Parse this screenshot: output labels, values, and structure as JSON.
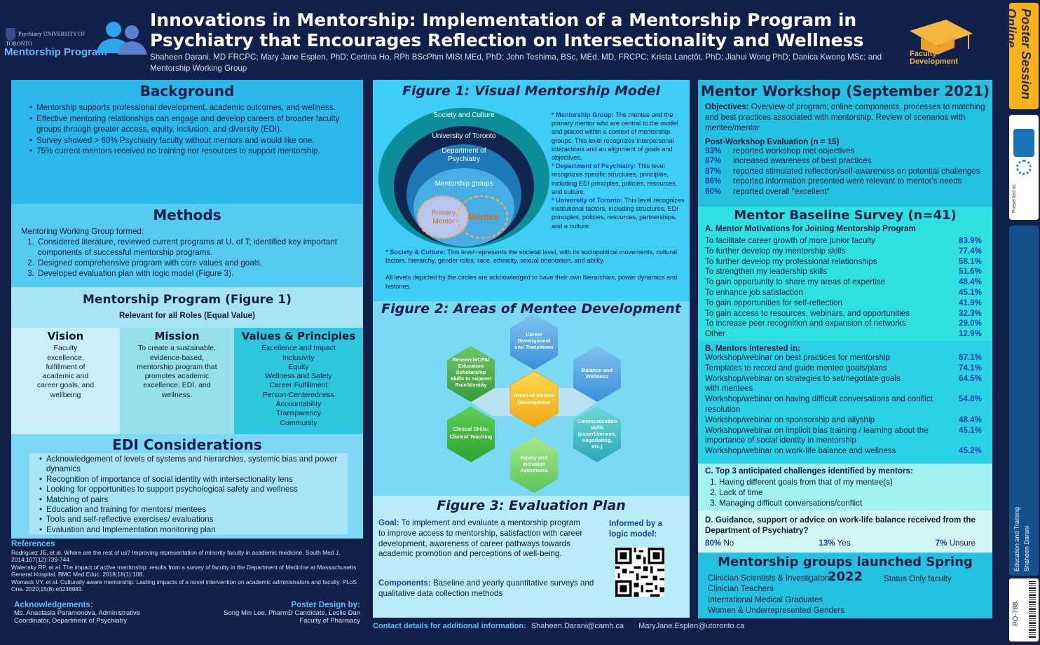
{
  "header": {
    "uoft_text": "Psychiatry UNIVERSITY OF TORONTO",
    "program_logo": "Mentorship Program",
    "title": "Innovations in Mentorship: Implementation of a Mentorship Program in Psychiatry that Encourages Reflection on Intersectionality and Wellness",
    "authors": "Shaheen Darani, MD FRCPC; Mary Jane Esplen, PhD; Certina Ho, RPh BScPhm MISt MEd, PhD; John Teshima, BSc, MEd, MD, FRCPC; Krista Lanctôt, PhD; Jiahui Wong PhD; Danica Kwong MSc; and Mentorship Working Group",
    "faculty_dev": "Faculty Development"
  },
  "strip": {
    "poster_session": "Poster Session Online",
    "presented_at": "Presented at:",
    "topic": "Education and Training",
    "presenter": "Shaheen Darani",
    "code": "PO-788"
  },
  "background": {
    "title": "Background",
    "items": [
      "Mentorship supports professional development, academic outcomes, and wellness.",
      "Effective mentoring relationships can engage and develop careers of broader faculty groups through greater access, equity, inclusion, and diversity (EDI).",
      "Survey showed > 60% Psychiatry faculty without mentors and would like one.",
      "75% current mentors received no training nor resources to support mentorship."
    ]
  },
  "methods": {
    "title": "Methods",
    "intro": "Mentoring Working Group formed:",
    "items": [
      "Considered literature, reviewed current programs at U. of T; identified key important components of successful mentorship programs.",
      "Designed comprehensive program with core values and goals.",
      "Developed evaluation plan with logic model (Figure 3)."
    ]
  },
  "program": {
    "title": "Mentorship Program (Figure 1)",
    "subtitle": "Relevant for all Roles (Equal Value)",
    "vision_title": "Vision",
    "vision_text": "Faculty excellence, fulfillment of academic and career goals, and wellbeing",
    "mission_title": "Mission",
    "mission_text": "To create a sustainable, evidence-based, mentorship program that promotes academic excellence, EDI, and wellness.",
    "values_title": "Values & Principles",
    "values": [
      "Excellence and Impact",
      "Inclusivity",
      "Equity",
      "Wellness and Safety",
      "Career Fulfillment",
      "Person-Centeredness",
      "Accountability",
      "Transparency",
      "Community"
    ]
  },
  "edi": {
    "title": "EDI Considerations",
    "items": [
      "Acknowledgement of levels of systems and hierarchies, systemic bias and power dynamics",
      "Recognition of importance of social identity with intersectionality lens",
      "Looking for opportunities to support psychological safety and wellness",
      "Matching of pairs",
      "Education and training for mentors/ mentees",
      "Tools and self-reflective exercises/ evaluations",
      "Evaluation and Implementation monitoring plan"
    ]
  },
  "references": {
    "title": "References",
    "items": [
      "Rodriguez JE, et al. Where are the rest of us? Improving representation of minority faculty in academic medicine. South Med J. 2014;107(12):739-744.",
      "Walensky RP, et al. The impact of active mentorship: results from a survey of faculty in the Department of Medicine at Massachusetts General Hospital. BMC Med Educ. 2018;18(1):108.",
      "Womack VY, et al. Culturally aware mentorship: Lasting impacts of a novel intervention on academic administrators and faculty. PLoS One. 2020;15(8):e0236983."
    ]
  },
  "ack": {
    "title": "Acknowledgements:",
    "text": "Ms. Anastasia Paramonova, Administrative Coordinator, Department of Psychiatry",
    "design_title": "Poster Design by:",
    "design_text": "Song Min Lee, PharmD Candidate, Leslie Dan Faculty of Pharmacy"
  },
  "fig1": {
    "title": "Figure 1: Visual Mentorship Model",
    "rings": [
      "Society and Culture",
      "University of Toronto",
      "Department of",
      "Psychiatry",
      "Mentorship groups",
      "Primary",
      "Mentor",
      "Mentee"
    ],
    "side": [
      {
        "label": "* Mentorship Group:",
        "text": " The mentee and the primary mentor who are central to the model and placed within a context of mentorship groups. This level recognizes interpersonal interactions and an alignment of goals and objectives."
      },
      {
        "label": "* Department of Psychiatry:",
        "text": " This level recognizes specific structures, principles, including EDI principles, policies, resources, and culture."
      },
      {
        "label": "* University of Toronto:",
        "text": " This level recognizes institutional factors, including structures, EDI principles, policies, resources, partnerships, and a culture."
      }
    ],
    "society_label": "* Society & Culture:",
    "society_text": " This level represents the societal level, with its sociopolitical movements, cultural factors, hierarchy, gender roles, race, ethnicity, sexual orientation, and ability.",
    "note": "All levels depicted by the circles are acknowledged to have their own hierarchies, power dynamics and histories."
  },
  "fig2": {
    "title": "Figure 2: Areas of Mentee Development",
    "center": [
      "Areas of Mentee",
      "Development"
    ],
    "top": [
      "Career",
      "Development",
      "and Transitions"
    ],
    "tr": [
      "Balance and",
      "Wellness"
    ],
    "br": [
      "Communication",
      "skills",
      "(assertiveness,",
      "negotiating,",
      "etc.)"
    ],
    "bottom": [
      "Equity and",
      "Inclusion",
      "Awareness"
    ],
    "bl": [
      "Clinical Skills;",
      "Clinical Teaching"
    ],
    "tl": [
      "Research/CPA/",
      "Education",
      "Scholarship",
      "Skills to support",
      "Role/Identity"
    ]
  },
  "fig3": {
    "title": "Figure 3: Evaluation Plan",
    "goal_label": "Goal:",
    "goal_text": " To implement and evaluate a mentorship program to improve access to mentorship, satisfaction with career development, awareness of career pathways towards academic promotion and perceptions of well-being.",
    "comp_label": "Components:",
    "comp_text": " Baseline and yearly quantitative surveys and qualitative data collection methods",
    "informed": "Informed by a logic model:"
  },
  "contact": {
    "label": "Contact details for additional information:",
    "email1": "Shaheen.Darani@camh.ca",
    "email2": "MaryJane.Esplen@utoronto.ca"
  },
  "workshop": {
    "title": "Mentor Workshop (September 2021)",
    "obj_label": "Objectives:",
    "obj_text": " Overview of program; online components, processes to matching and best practices associated with mentorship. Review of scenarios with mentee/mentor",
    "eval_title": "Post-Workshop Evaluation (n = 15)",
    "stats": [
      {
        "p": "93%",
        "t": "reported workshop met objectives"
      },
      {
        "p": "87%",
        "t": "increased awareness of best practices"
      },
      {
        "p": "87%",
        "t": "reported stimulated reflection/self-awareness on potential challenges"
      },
      {
        "p": "86%",
        "t": "reported information presented were relevant to mentor's needs"
      },
      {
        "p": "80%",
        "t": "reported overall \"excellent\""
      }
    ]
  },
  "survey": {
    "title": "Mentor Baseline Survey (n=41)",
    "a_title": "A. Mentor Motivations for Joining Mentorship Program",
    "a_rows": [
      {
        "t": "To facilitate career growth of more junior faculty",
        "v": "83.9%"
      },
      {
        "t": "To further develop my mentorship skills",
        "v": "77.4%"
      },
      {
        "t": "To further develop my professional relationships",
        "v": "58.1%"
      },
      {
        "t": "To strengthen my leadership skills",
        "v": "51.6%"
      },
      {
        "t": "To gain opportunity to share my areas of expertise",
        "v": "48.4%"
      },
      {
        "t": "To enhance job satisfaction",
        "v": "45.1%"
      },
      {
        "t": "To gain opportunities for self-reflection",
        "v": "41.9%"
      },
      {
        "t": "To gain access to resources, webinars, and opportunities",
        "v": "32.3%"
      },
      {
        "t": "To increase peer recognition and expansion of networks",
        "v": "29.0%"
      },
      {
        "t": "Other",
        "v": "12.9%"
      }
    ],
    "b_title": "B. Mentors Interested in:",
    "b_rows": [
      {
        "t": "Workshop/webinar on best practices for mentorship",
        "v": "87.1%"
      },
      {
        "t": "Templates to record and guide mentee goals/plans",
        "v": "74.1%"
      },
      {
        "t": "Workshop/webinar on strategies to set/negotiate goals with mentees",
        "v": "64.5%"
      },
      {
        "t": "Workshop/webinar on having difficult conversations and conflict resolution",
        "v": "54.8%"
      },
      {
        "t": "Workshop/webinar on sponsorship and allyship",
        "v": "48.4%"
      },
      {
        "t": "Workshop/webinar on implicit bias training / learning about the importance of social identity in mentorship",
        "v": "45.1%"
      },
      {
        "t": "Workshop/webinar on work-life balance and wellness",
        "v": "45.2%"
      }
    ],
    "c_title": "C. Top 3 anticipated challenges identified by mentors:",
    "c_items": [
      "Having different goals from that of my mentee(s)",
      "Lack of time",
      "Managing difficult conversations/conflict"
    ],
    "d_title": "D. Guidance, support or advice on work-life balance received from the Department of Psychiatry?",
    "d_answers": [
      {
        "p": "80%",
        "t": "No"
      },
      {
        "p": "13%",
        "t": "Yes"
      },
      {
        "p": "7%",
        "t": "Unsure"
      }
    ]
  },
  "groups": {
    "title": "Mentorship groups launched Spring 2022",
    "left": [
      "Clinician Scientists & Investigators",
      "Clinician Teachers",
      "International Medical Graduates",
      "Women & Underrepresented Genders"
    ],
    "right": "Status Only faculty"
  }
}
